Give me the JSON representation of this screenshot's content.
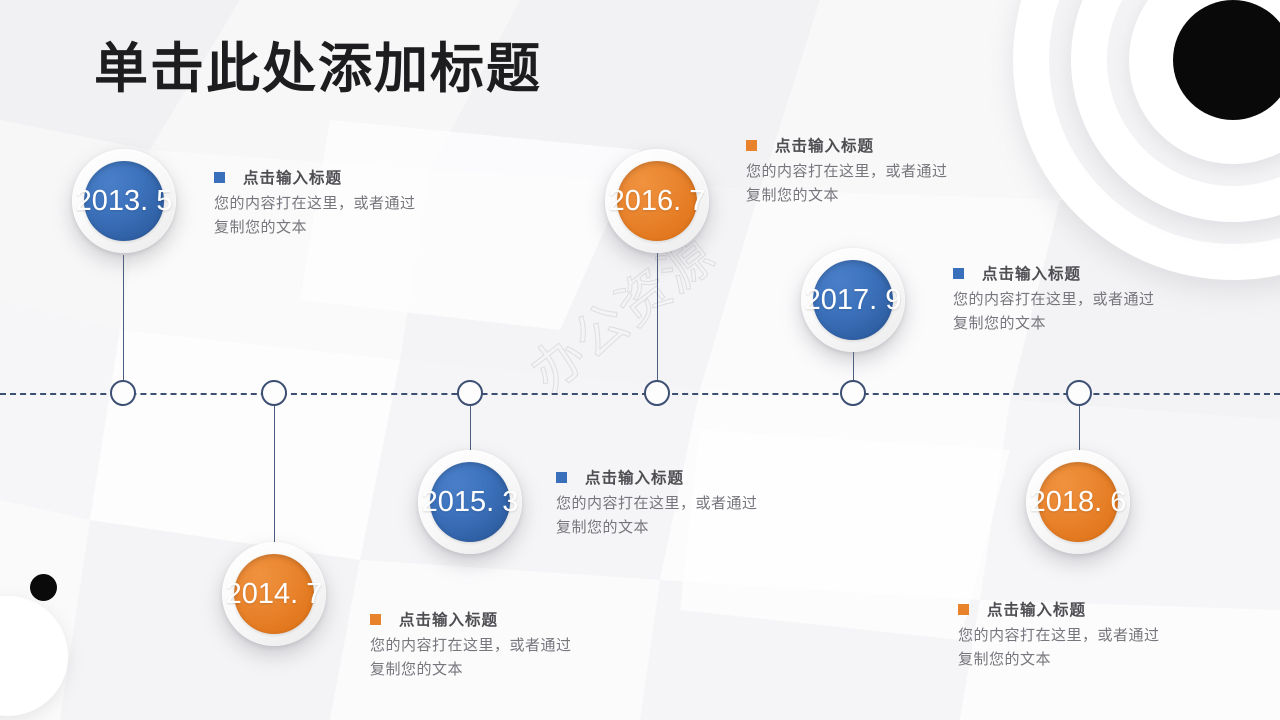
{
  "slide": {
    "title": "单击此处添加标题",
    "watermark": "办公资源"
  },
  "colors": {
    "blue": "#3a6fbb",
    "orange": "#e8822b",
    "axis": "#3d4f73",
    "title_text": "#1d1d1f",
    "body_text": "#76767c",
    "head_text": "#4e4e52"
  },
  "timeline": {
    "axis_nodes": 6,
    "milestones": [
      {
        "year": "2013. 5",
        "color": "blue",
        "title": "点击输入标题",
        "body": "您的内容打在这里，或者通过复制您的文本"
      },
      {
        "year": "2014. 7",
        "color": "orange",
        "title": "点击输入标题",
        "body": "您的内容打在这里，或者通过复制您的文本"
      },
      {
        "year": "2015. 3",
        "color": "blue",
        "title": "点击输入标题",
        "body": "您的内容打在这里，或者通过复制您的文本"
      },
      {
        "year": "2016. 7",
        "color": "orange",
        "title": "点击输入标题",
        "body": "您的内容打在这里，或者通过复制您的文本"
      },
      {
        "year": "2017. 9",
        "color": "blue",
        "title": "点击输入标题",
        "body": "您的内容打在这里，或者通过复制您的文本"
      },
      {
        "year": "2018. 6",
        "color": "orange",
        "title": "点击输入标题",
        "body": "您的内容打在这里，或者通过复制您的文本"
      }
    ]
  }
}
